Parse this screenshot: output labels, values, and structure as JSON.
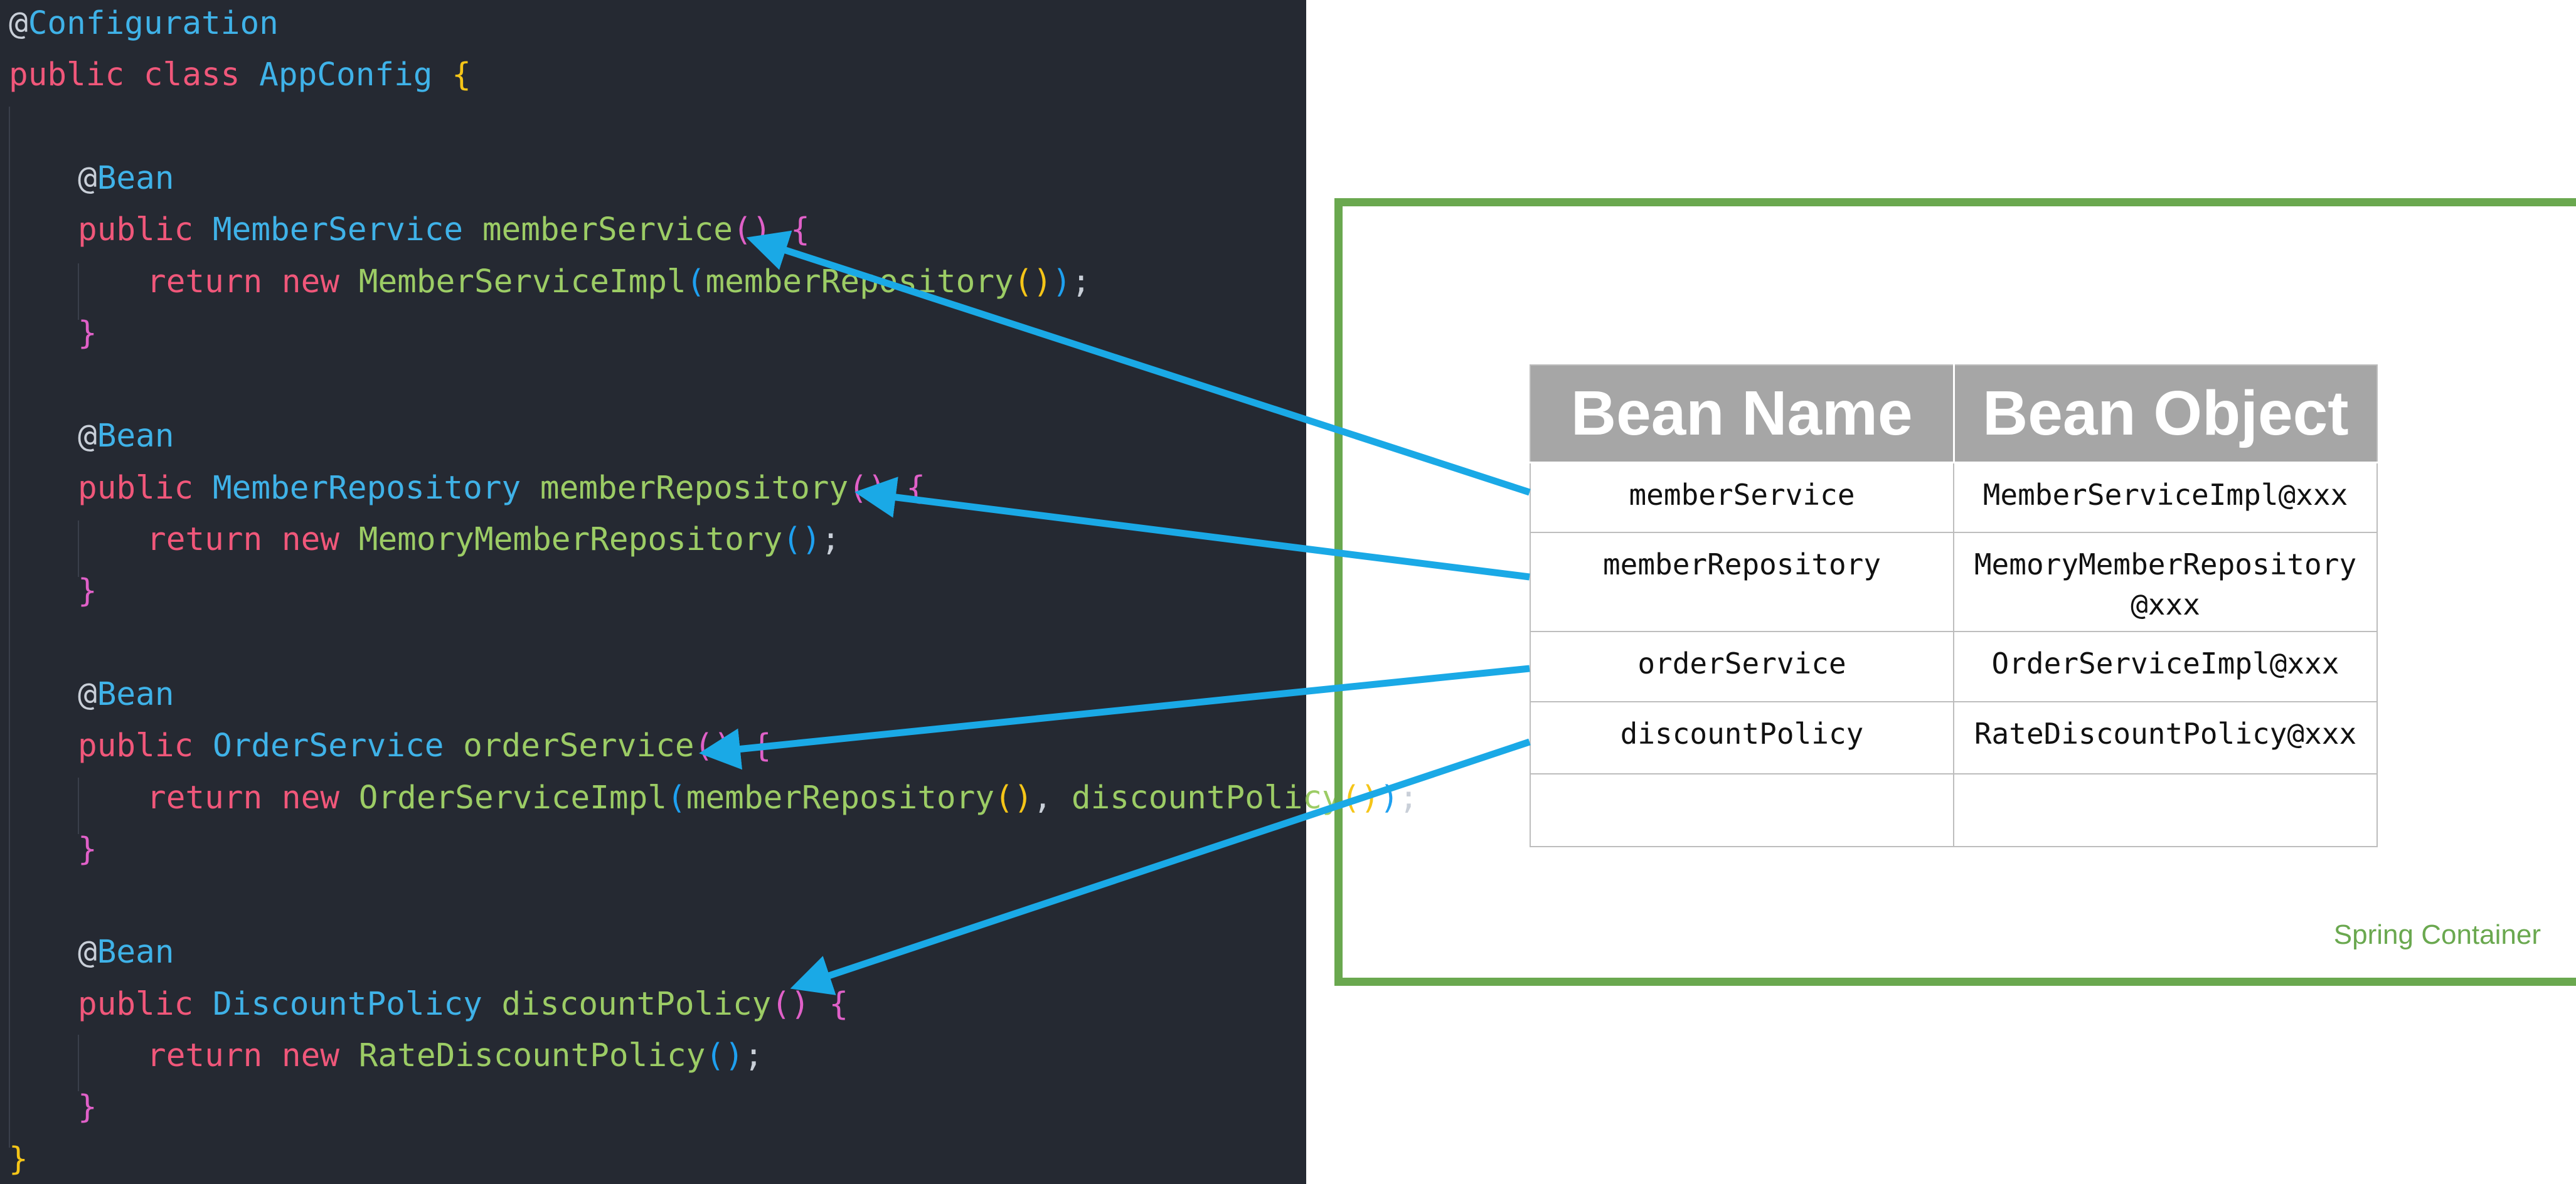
{
  "code": {
    "lines": [
      {
        "indent": 0,
        "tokens": [
          {
            "t": "@",
            "c": "ann"
          },
          {
            "t": "Configuration",
            "c": "type"
          }
        ]
      },
      {
        "indent": 0,
        "tokens": [
          {
            "t": "public class ",
            "c": "kw"
          },
          {
            "t": "AppConfig",
            "c": "type"
          },
          {
            "t": " {",
            "c": "br1"
          }
        ]
      },
      {
        "indent": 0,
        "tokens": []
      },
      {
        "indent": 1,
        "tokens": [
          {
            "t": "@",
            "c": "ann"
          },
          {
            "t": "Bean",
            "c": "type"
          }
        ]
      },
      {
        "indent": 1,
        "tokens": [
          {
            "t": "public ",
            "c": "kw"
          },
          {
            "t": "MemberService",
            "c": "type"
          },
          {
            "t": " memberService",
            "c": "meth"
          },
          {
            "t": "() {",
            "c": "br2"
          }
        ]
      },
      {
        "indent": 2,
        "tokens": [
          {
            "t": "return new ",
            "c": "kw"
          },
          {
            "t": "MemberServiceImpl",
            "c": "meth"
          },
          {
            "t": "(",
            "c": "br3"
          },
          {
            "t": "memberRepository",
            "c": "meth"
          },
          {
            "t": "()",
            "c": "br1"
          },
          {
            "t": ")",
            "c": "br3"
          },
          {
            "t": ";",
            "c": "pun"
          }
        ]
      },
      {
        "indent": 1,
        "tokens": [
          {
            "t": "}",
            "c": "br2"
          }
        ]
      },
      {
        "indent": 0,
        "tokens": []
      },
      {
        "indent": 1,
        "tokens": [
          {
            "t": "@",
            "c": "ann"
          },
          {
            "t": "Bean",
            "c": "type"
          }
        ]
      },
      {
        "indent": 1,
        "tokens": [
          {
            "t": "public ",
            "c": "kw"
          },
          {
            "t": "MemberRepository",
            "c": "type"
          },
          {
            "t": " memberRepository",
            "c": "meth"
          },
          {
            "t": "() {",
            "c": "br2"
          }
        ]
      },
      {
        "indent": 2,
        "tokens": [
          {
            "t": "return new ",
            "c": "kw"
          },
          {
            "t": "MemoryMemberRepository",
            "c": "meth"
          },
          {
            "t": "()",
            "c": "br3"
          },
          {
            "t": ";",
            "c": "pun"
          }
        ]
      },
      {
        "indent": 1,
        "tokens": [
          {
            "t": "}",
            "c": "br2"
          }
        ]
      },
      {
        "indent": 0,
        "tokens": []
      },
      {
        "indent": 1,
        "tokens": [
          {
            "t": "@",
            "c": "ann"
          },
          {
            "t": "Bean",
            "c": "type"
          }
        ]
      },
      {
        "indent": 1,
        "tokens": [
          {
            "t": "public ",
            "c": "kw"
          },
          {
            "t": "OrderService",
            "c": "type"
          },
          {
            "t": " orderService",
            "c": "meth"
          },
          {
            "t": "() {",
            "c": "br2"
          }
        ]
      },
      {
        "indent": 2,
        "tokens": [
          {
            "t": "return new ",
            "c": "kw"
          },
          {
            "t": "OrderServiceImpl",
            "c": "meth"
          },
          {
            "t": "(",
            "c": "br3"
          },
          {
            "t": "memberRepository",
            "c": "meth"
          },
          {
            "t": "()",
            "c": "br1"
          },
          {
            "t": ", ",
            "c": "pun"
          },
          {
            "t": "discountPolicy",
            "c": "meth"
          },
          {
            "t": "()",
            "c": "br1"
          },
          {
            "t": ")",
            "c": "br3"
          },
          {
            "t": ";",
            "c": "pun"
          }
        ]
      },
      {
        "indent": 1,
        "tokens": [
          {
            "t": "}",
            "c": "br2"
          }
        ]
      },
      {
        "indent": 0,
        "tokens": []
      },
      {
        "indent": 1,
        "tokens": [
          {
            "t": "@",
            "c": "ann"
          },
          {
            "t": "Bean",
            "c": "type"
          }
        ]
      },
      {
        "indent": 1,
        "tokens": [
          {
            "t": "public ",
            "c": "kw"
          },
          {
            "t": "DiscountPolicy",
            "c": "type"
          },
          {
            "t": " discountPolicy",
            "c": "meth"
          },
          {
            "t": "() {",
            "c": "br2"
          }
        ]
      },
      {
        "indent": 2,
        "tokens": [
          {
            "t": "return new ",
            "c": "kw"
          },
          {
            "t": "RateDiscountPolicy",
            "c": "meth"
          },
          {
            "t": "()",
            "c": "br3"
          },
          {
            "t": ";",
            "c": "pun"
          }
        ]
      },
      {
        "indent": 1,
        "tokens": [
          {
            "t": "}",
            "c": "br2"
          }
        ]
      },
      {
        "indent": 0,
        "tokens": [
          {
            "t": "}",
            "c": "br1"
          }
        ]
      }
    ]
  },
  "container": {
    "label": "Spring Container",
    "border_color": "#6aa84f"
  },
  "table": {
    "headers": [
      "Bean Name",
      "Bean Object"
    ],
    "rows": [
      {
        "name": "memberService",
        "object": "MemberServiceImpl@xxx"
      },
      {
        "name": "memberRepository",
        "object": "MemoryMemberRepository\n@xxx"
      },
      {
        "name": "orderService",
        "object": "OrderServiceImpl@xxx"
      },
      {
        "name": "discountPolicy",
        "object": "RateDiscountPolicy@xxx"
      },
      {
        "name": "",
        "object": ""
      }
    ],
    "header_color": "#a6a6a6"
  },
  "arrows": {
    "color": "#1aa9e6",
    "links": [
      {
        "from_row": "memberService",
        "to_line": 4
      },
      {
        "from_row": "memberRepository",
        "to_line": 9
      },
      {
        "from_row": "orderService",
        "to_line": 14
      },
      {
        "from_row": "discountPolicy",
        "to_line": 19
      }
    ]
  }
}
